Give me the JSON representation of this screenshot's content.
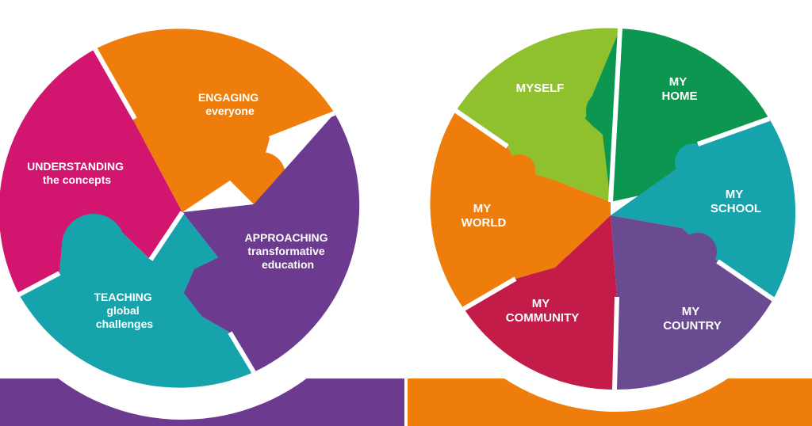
{
  "colors": {
    "magenta": "#d2166f",
    "orange": "#ee7d0b",
    "purple": "#6c3a8e",
    "teal": "#16a3ab",
    "lime": "#8fc02e",
    "green": "#0c9650",
    "crimson": "#c31c48",
    "violet": "#6a4a91",
    "band_left": "#6c3a8e",
    "band_right": "#ee7d0b"
  },
  "left_puzzle": {
    "understanding": {
      "line1": "UNDERSTANDING",
      "line2": "the concepts"
    },
    "engaging": {
      "line1": "ENGAGING",
      "line2": "everyone"
    },
    "approaching": {
      "line1": "APPROACHING",
      "line2": "transformative",
      "line3": "education"
    },
    "teaching": {
      "line1": "TEACHING",
      "line2": "global",
      "line3": "challenges"
    }
  },
  "right_puzzle": {
    "myself": {
      "line1": "MYSELF"
    },
    "my_home": {
      "line1": "MY",
      "line2": "HOME"
    },
    "my_school": {
      "line1": "MY",
      "line2": "SCHOOL"
    },
    "my_country": {
      "line1": "MY",
      "line2": "COUNTRY"
    },
    "my_community": {
      "line1": "MY",
      "line2": "COMMUNITY"
    },
    "my_world": {
      "line1": "MY",
      "line2": "WORLD"
    }
  }
}
